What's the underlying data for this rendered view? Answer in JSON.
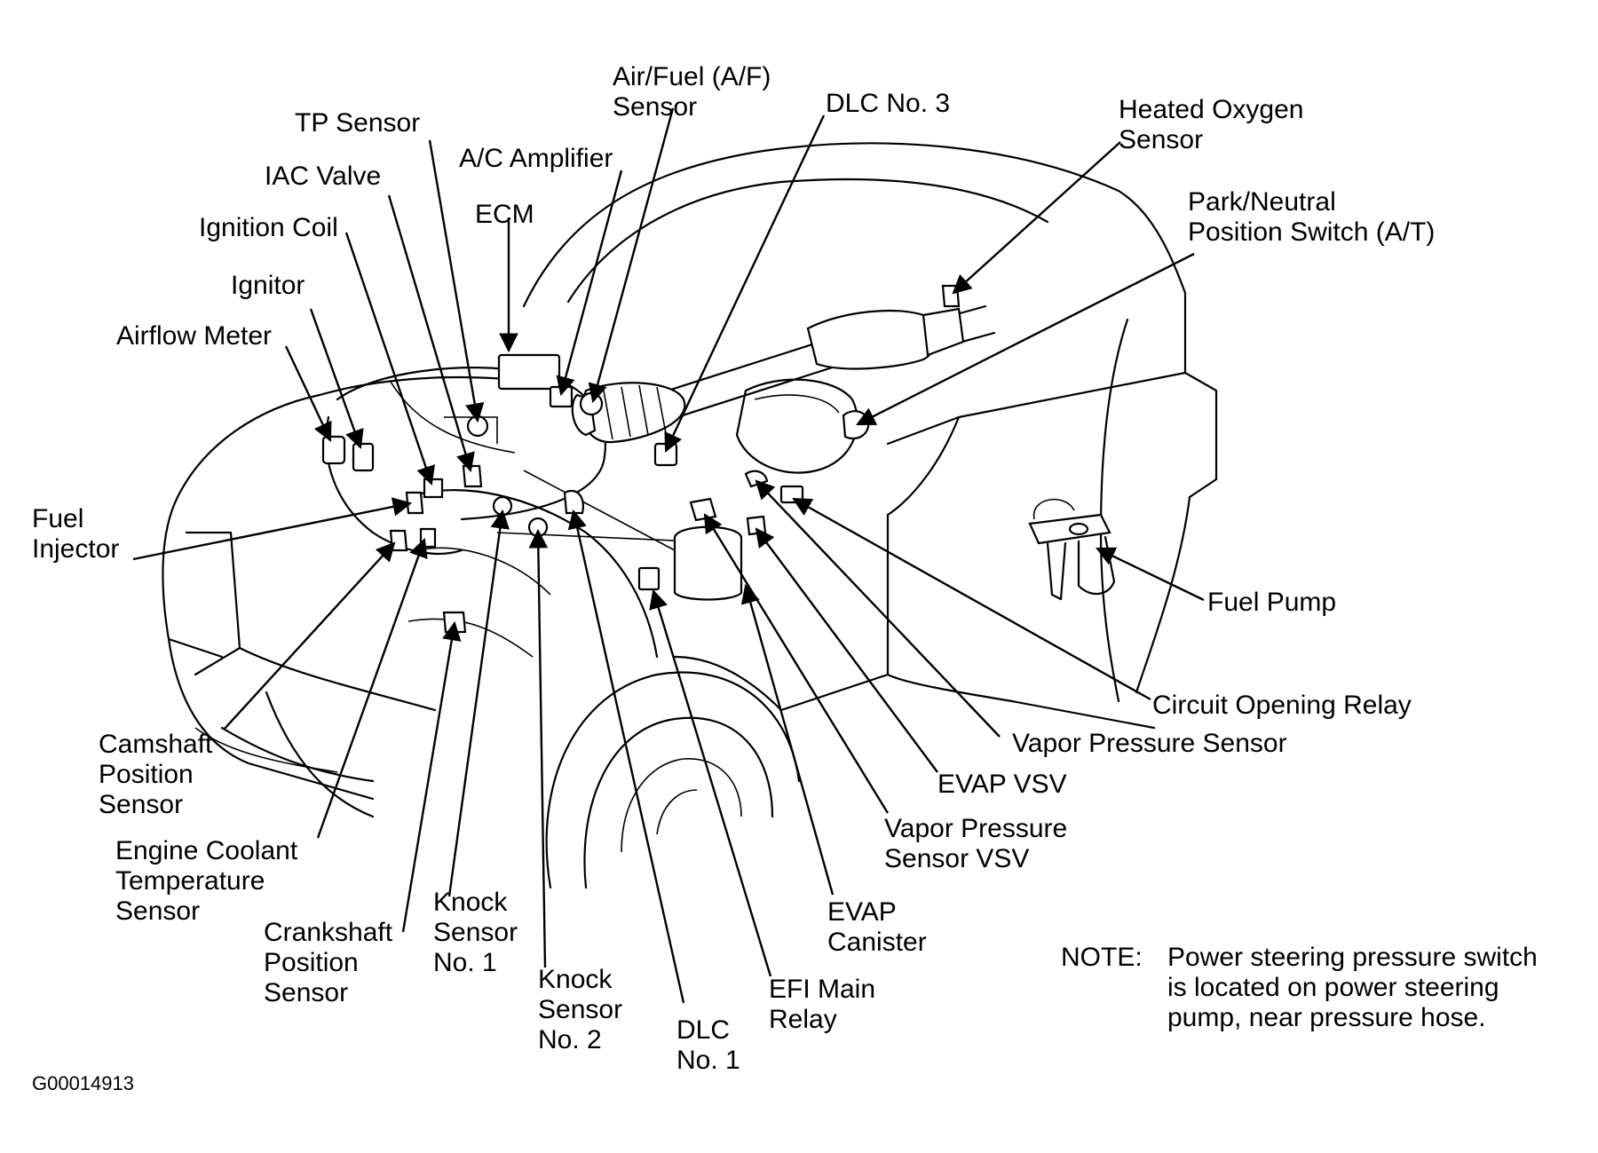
{
  "figure_code": "G00014913",
  "note": {
    "head": "NOTE:",
    "lines": [
      "Power steering pressure switch",
      "is located on power steering",
      "pump, near pressure hose."
    ]
  },
  "components": {
    "air_fuel_sensor": [
      "Air/Fuel (A/F)",
      "Sensor"
    ],
    "dlc3": [
      "DLC No. 3"
    ],
    "heated_oxygen_sensor": [
      "Heated Oxygen",
      "Sensor"
    ],
    "tp_sensor": [
      "TP Sensor"
    ],
    "ac_amplifier": [
      "A/C Amplifier"
    ],
    "iac_valve": [
      "IAC Valve"
    ],
    "ecm": [
      "ECM"
    ],
    "ignition_coil": [
      "Ignition Coil"
    ],
    "park_neutral_switch": [
      "Park/Neutral",
      "Position Switch (A/T)"
    ],
    "ignitor": [
      "Ignitor"
    ],
    "airflow_meter": [
      "Airflow Meter"
    ],
    "fuel_injector": [
      "Fuel",
      "Injector"
    ],
    "fuel_pump": [
      "Fuel Pump"
    ],
    "circuit_opening_relay": [
      "Circuit Opening Relay"
    ],
    "camshaft_position_sensor": [
      "Camshaft",
      "Position",
      "Sensor"
    ],
    "vapor_pressure_sensor": [
      "Vapor Pressure Sensor"
    ],
    "evap_vsv": [
      "EVAP VSV"
    ],
    "vapor_pressure_sensor_vsv": [
      "Vapor Pressure",
      "Sensor VSV"
    ],
    "engine_coolant_temp_sensor": [
      "Engine Coolant",
      "Temperature",
      "Sensor"
    ],
    "evap_canister": [
      "EVAP",
      "Canister"
    ],
    "crankshaft_position_sensor": [
      "Crankshaft",
      "Position",
      "Sensor"
    ],
    "knock_sensor_1": [
      "Knock",
      "Sensor",
      "No. 1"
    ],
    "knock_sensor_2": [
      "Knock",
      "Sensor",
      "No. 2"
    ],
    "efi_main_relay": [
      "EFI Main",
      "Relay"
    ],
    "dlc1": [
      "DLC",
      "No. 1"
    ]
  }
}
